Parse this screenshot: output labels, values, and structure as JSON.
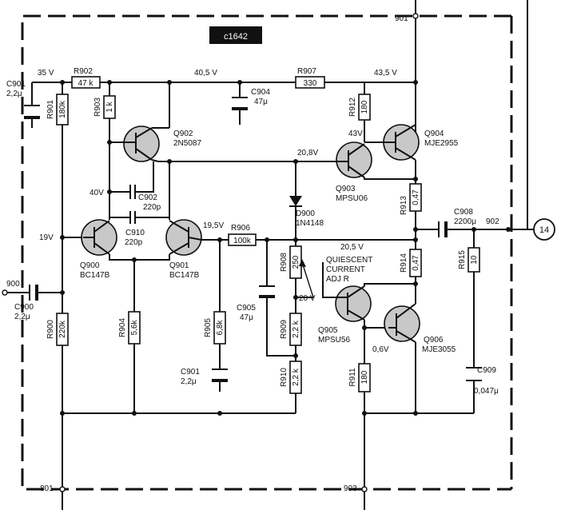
{
  "figure_code": "c1642",
  "nodes": {
    "n901": "901",
    "n902": "902",
    "n900": "900",
    "n801": "801",
    "n903": "903",
    "connector": "14"
  },
  "voltages": {
    "v35": "35 V",
    "v40_5": "40,5 V",
    "v43_5": "43,5 V",
    "v43": "43V",
    "v20_8": "20,8V",
    "v40": "40V",
    "v19": "19V",
    "v19_5": "19,5V",
    "v20_5": "20,5 V",
    "v20": "20 V",
    "v0_6": "0,6V"
  },
  "resistors": {
    "R902": {
      "name": "R902",
      "value": "47 k"
    },
    "R907": {
      "name": "R907",
      "value": "330"
    },
    "R901": {
      "name": "R901",
      "value": "180k"
    },
    "R903": {
      "name": "R903",
      "value": "1 k"
    },
    "R912": {
      "name": "R912",
      "value": "180"
    },
    "R913": {
      "name": "R913",
      "value": "0,47"
    },
    "R906": {
      "name": "R906",
      "value": "100k"
    },
    "R908": {
      "name": "R908",
      "value": "250"
    },
    "R914": {
      "name": "R914",
      "value": "0,47"
    },
    "R915": {
      "name": "R915",
      "value": "10"
    },
    "R900": {
      "name": "R900",
      "value": "220k"
    },
    "R904": {
      "name": "R904",
      "value": "5,6k"
    },
    "R905": {
      "name": "R905",
      "value": "6,8k"
    },
    "R909": {
      "name": "R909",
      "value": "2,2 k"
    },
    "R910": {
      "name": "R910",
      "value": "2,2 k"
    },
    "R911": {
      "name": "R911",
      "value": "180"
    }
  },
  "capacitors": {
    "C901a": {
      "name": "C901",
      "value": "2,2μ"
    },
    "C904": {
      "name": "C904",
      "value": "47μ"
    },
    "C902": {
      "name": "C902",
      "value": "220p"
    },
    "C910": {
      "name": "C910",
      "value": "220p"
    },
    "C908": {
      "name": "C908",
      "value": "2200μ"
    },
    "C900": {
      "name": "C900",
      "value": "2,2μ"
    },
    "C905": {
      "name": "C905",
      "value": "47μ"
    },
    "C901b": {
      "name": "C901",
      "value": "2,2μ"
    },
    "C909": {
      "name": "C909",
      "value": "0,047μ"
    }
  },
  "transistors": {
    "Q900": {
      "name": "Q900",
      "type": "BC147B"
    },
    "Q901": {
      "name": "Q901",
      "type": "BC147B"
    },
    "Q902": {
      "name": "Q902",
      "type": "2N5087"
    },
    "Q903": {
      "name": "Q903",
      "type": "MPSU06"
    },
    "Q904": {
      "name": "Q904",
      "type": "MJE2955"
    },
    "Q905": {
      "name": "Q905",
      "type": "MPSU56"
    },
    "Q906": {
      "name": "Q906",
      "type": "MJE3055"
    }
  },
  "diode": {
    "name": "D900",
    "type": "1N4148"
  },
  "quiescent": {
    "line1": "QUIESCENT",
    "line2": "CURRENT",
    "line3": "ADJ R"
  }
}
